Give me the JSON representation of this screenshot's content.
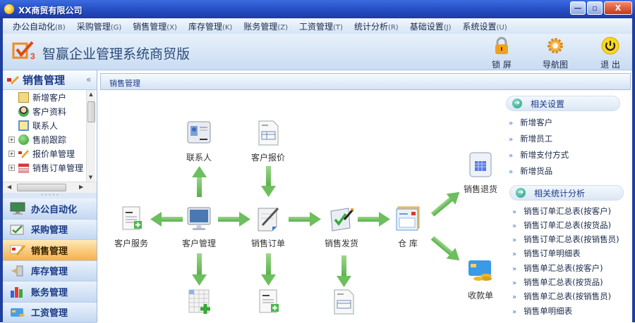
{
  "window": {
    "title": "XX商贸有限公司",
    "controls": {
      "minimize": "—",
      "maximize": "▫",
      "close": "X"
    }
  },
  "menu": [
    {
      "label": "办公自动化",
      "key": "(B)"
    },
    {
      "label": "采购管理",
      "key": "(G)"
    },
    {
      "label": "销售管理",
      "key": "(X)"
    },
    {
      "label": "库存管理",
      "key": "(K)"
    },
    {
      "label": "账务管理",
      "key": "(Z)"
    },
    {
      "label": "工资管理",
      "key": "(T)"
    },
    {
      "label": "统计分析",
      "key": "(R)"
    },
    {
      "label": "基础设置",
      "key": "(J)"
    },
    {
      "label": "系统设置",
      "key": "(U)"
    }
  ],
  "banner": {
    "product_name": "智赢企业管理系统商贸版",
    "tools": [
      {
        "label": "锁 屏",
        "icon": "lock-icon"
      },
      {
        "label": "导航图",
        "icon": "gear-icon"
      },
      {
        "label": "退 出",
        "icon": "power-icon"
      }
    ]
  },
  "sidebar": {
    "title": "销售管理",
    "collapse_glyph": "«",
    "tree": [
      {
        "label": "新增客户",
        "icon": "id-card-icon",
        "expandable": false
      },
      {
        "label": "客户资料",
        "icon": "person-icon",
        "expandable": false
      },
      {
        "label": "联系人",
        "icon": "contact-frame-icon",
        "expandable": false
      },
      {
        "label": "售前跟踪",
        "icon": "check-circle-icon",
        "expandable": true
      },
      {
        "label": "报价单管理",
        "icon": "pencil-quote-icon",
        "expandable": true
      },
      {
        "label": "销售订单管理",
        "icon": "calendar-icon",
        "expandable": true
      }
    ],
    "nav": [
      {
        "label": "办公自动化",
        "active": false
      },
      {
        "label": "采购管理",
        "active": false
      },
      {
        "label": "销售管理",
        "active": true
      },
      {
        "label": "库存管理",
        "active": false
      },
      {
        "label": "账务管理",
        "active": false
      },
      {
        "label": "工资管理",
        "active": false
      }
    ]
  },
  "main": {
    "breadcrumb": "销售管理",
    "diagram": {
      "nodes": [
        {
          "id": "contacts",
          "label": "联系人"
        },
        {
          "id": "customer-quote",
          "label": "客户报价"
        },
        {
          "id": "customer-service",
          "label": "客户服务"
        },
        {
          "id": "customer-management",
          "label": "客户管理"
        },
        {
          "id": "sales-order",
          "label": "销售订单"
        },
        {
          "id": "sales-delivery",
          "label": "销售发货"
        },
        {
          "id": "warehouse",
          "label": "仓 库"
        },
        {
          "id": "sales-return",
          "label": "销售退货"
        },
        {
          "id": "receipt",
          "label": "收款单"
        }
      ],
      "arrow_color": "#6cbf5c"
    }
  },
  "right_panel": {
    "settings": {
      "title": "相关设置",
      "links": [
        "新增客户",
        "新增员工",
        "新增支付方式",
        "新增货品"
      ]
    },
    "stats": {
      "title": "相关统计分析",
      "links": [
        "销售订单汇总表(按客户)",
        "销售订单汇总表(按货品)",
        "销售订单汇总表(按销售员)",
        "销售订单明细表",
        "销售单汇总表(按客户)",
        "销售单汇总表(按货品)",
        "销售单汇总表(按销售员)",
        "销售单明细表"
      ]
    }
  }
}
